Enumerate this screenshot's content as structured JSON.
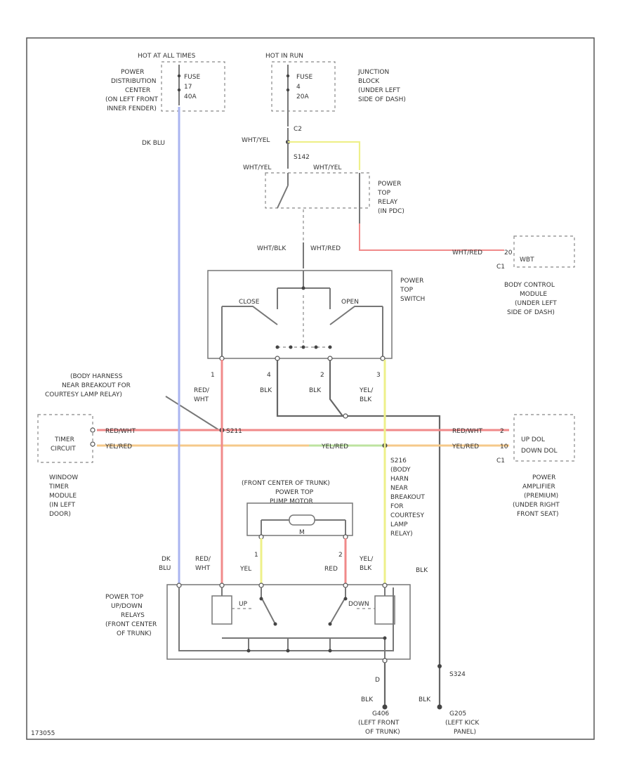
{
  "labels": {
    "hot_at_all_times": "HOT AT ALL TIMES",
    "hot_in_run": "HOT IN RUN",
    "pdc_desc": [
      "POWER",
      "DISTRIBUTION",
      "CENTER",
      "(ON LEFT FRONT",
      "INNER FENDER)"
    ],
    "pdc_fuse": [
      "FUSE",
      "17",
      "40A"
    ],
    "jb_fuse": [
      "FUSE",
      "4",
      "20A"
    ],
    "jb_desc": [
      "JUNCTION",
      "BLOCK",
      "(UNDER LEFT",
      "SIDE OF DASH)"
    ],
    "dk_blu_top": "DK BLU",
    "wht_yel_1": "WHT/YEL",
    "c2": "C2",
    "s142": "S142",
    "wht_yel_2": "WHT/YEL",
    "wht_yel_3": "WHT/YEL",
    "relay_desc": [
      "POWER",
      "TOP",
      "RELAY",
      "(IN PDC)"
    ],
    "wht_blk": "WHT/BLK",
    "wht_red_1": "WHT/RED",
    "wht_red_2": "WHT/RED",
    "bcm_pin": "20",
    "bcm_c1": "C1",
    "bcm_label": "WBT",
    "bcm_desc": [
      "BODY CONTROL",
      "MODULE",
      "(UNDER LEFT",
      "SIDE OF DASH)"
    ],
    "switch_desc": [
      "POWER",
      "TOP",
      "SWITCH"
    ],
    "close": "CLOSE",
    "open": "OPEN",
    "harness_desc": [
      "(BODY HARNESS",
      "NEAR BREAKOUT FOR",
      "COURTESY LAMP RELAY)"
    ],
    "pin1": "1",
    "pin4": "4",
    "pin2": "2",
    "pin3": "3",
    "red_wht_1": [
      "RED/",
      "WHT"
    ],
    "blk_1": "BLK",
    "blk_2": "BLK",
    "yel_blk_1": [
      "YEL/",
      "BLK"
    ],
    "s211": "S211",
    "red_wht_timer": "RED/WHT",
    "yel_red_timer": "YEL/RED",
    "timer_box": [
      "TIMER",
      "CIRCUIT"
    ],
    "timer_desc": [
      "WINDOW",
      "TIMER",
      "MODULE",
      "(IN LEFT",
      "DOOR)"
    ],
    "yel_red_mid": "YEL/RED",
    "red_wht_amp": "RED/WHT",
    "yel_red_amp": "YEL/RED",
    "amp_pin_a": "2",
    "amp_pin_b": "10",
    "amp_c1": "C1",
    "amp_box": [
      "UP DOL",
      "DOWN DOL"
    ],
    "amp_desc": [
      "POWER",
      "AMPLIFIER",
      "(PREMIUM)",
      "(UNDER RIGHT",
      "FRONT SEAT)"
    ],
    "s216_desc": [
      "S216",
      "(BODY",
      "HARN",
      "NEAR",
      "BREAKOUT",
      "FOR",
      "COURTESY",
      "LAMP",
      "RELAY)"
    ],
    "motor_desc": [
      "(FRONT CENTER OF TRUNK)",
      "POWER TOP",
      "PUMP MOTOR"
    ],
    "motor_m": "M",
    "motor_pin1": "1",
    "motor_pin2": "2",
    "yel": "YEL",
    "red": "RED",
    "dk_blu_2": [
      "DK",
      "BLU"
    ],
    "red_wht_2": [
      "RED/",
      "WHT"
    ],
    "yel_blk_2": [
      "YEL/",
      "BLK"
    ],
    "blk_right": "BLK",
    "updown_desc": [
      "POWER TOP",
      "UP/DOWN",
      "RELAYS",
      "(FRONT CENTER",
      "OF TRUNK)"
    ],
    "up": "UP",
    "down": "DOWN",
    "s324": "S324",
    "pin_d": "D",
    "blk_g": "BLK",
    "blk_g2": "BLK",
    "g406": "G406",
    "g406_desc": [
      "(LEFT FRONT",
      "OF TRUNK)"
    ],
    "g205": "G205",
    "g205_desc": [
      "(LEFT KICK",
      "PANEL)"
    ],
    "ref": "173055"
  },
  "colors": {
    "dk_blu": "#aab4f0",
    "yellow": "#eef08a",
    "red": "#f08a8a",
    "orange": "#f5c98a",
    "green": "#bde3a0"
  }
}
